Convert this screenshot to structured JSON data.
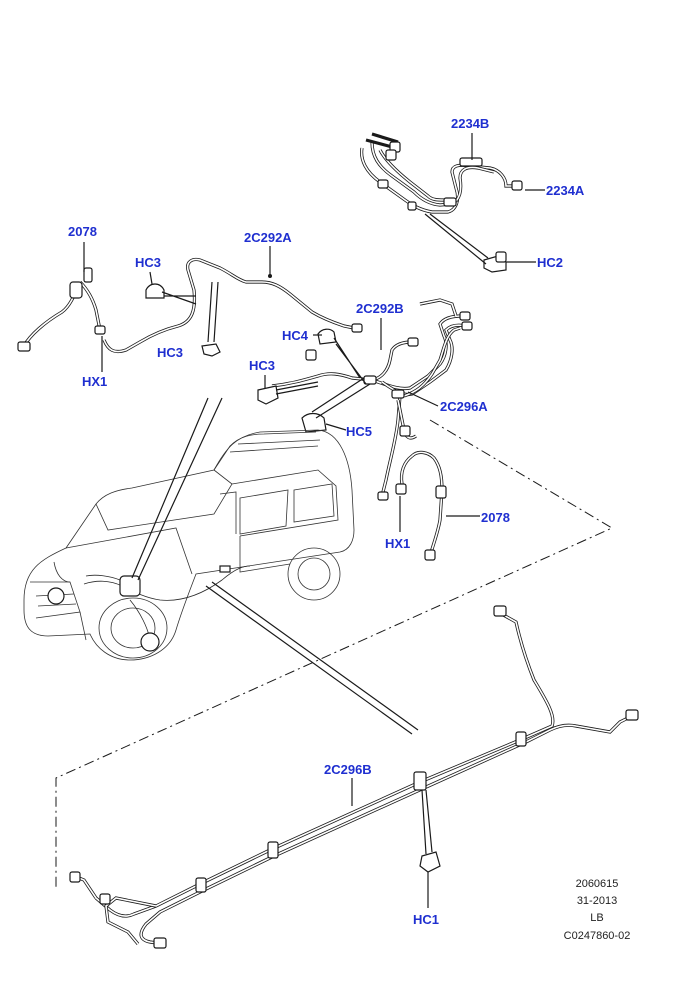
{
  "callouts": {
    "c2234B": "2234B",
    "c2234A": "2234A",
    "c2078_top": "2078",
    "c2C292A": "2C292A",
    "cHC3_a": "HC3",
    "cHC2": "HC2",
    "c2C292B": "2C292B",
    "cHC4": "HC4",
    "cHC3_b": "HC3",
    "cHX1_left": "HX1",
    "cHC3_c": "HC3",
    "c2C296A": "2C296A",
    "cHC5": "HC5",
    "c2078_right": "2078",
    "cHX1_right": "HX1",
    "c2C296B": "2C296B",
    "cHC1": "HC1"
  },
  "meta": {
    "ref_number": "2060615",
    "date_code": "31-2013",
    "region": "LB",
    "drawing_id": "C0247860-02"
  },
  "colors": {
    "callout_text": "#1f2fd0",
    "line_art": "#1a1a1a"
  }
}
